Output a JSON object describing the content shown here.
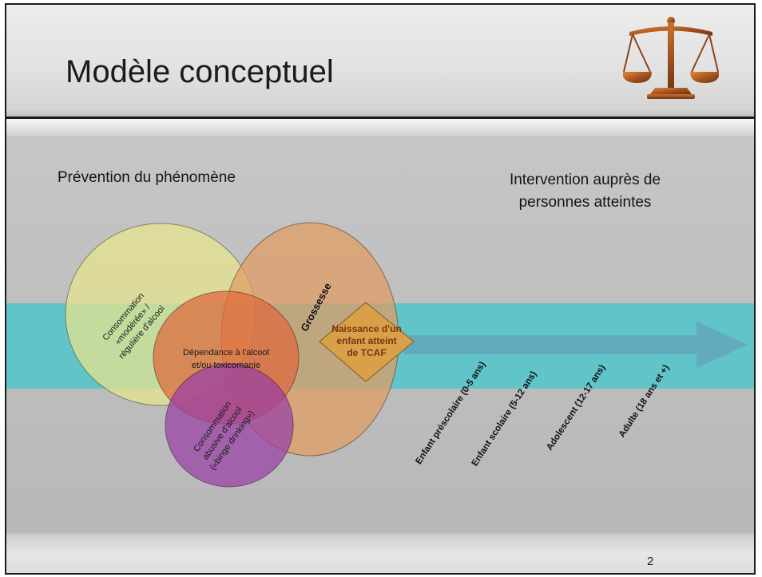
{
  "slide": {
    "title": "Modèle conceptuel",
    "page_number": "2",
    "logo_icon": "balance-scales-icon"
  },
  "headings": {
    "left": "Prévention du phénomène",
    "right": "Intervention auprès de personnes atteintes"
  },
  "circles": {
    "moderate": [
      "Consommation",
      "«modérée» /",
      "régulière d'alcool"
    ],
    "dependence": [
      "Dépendance à l'alcool",
      "et/ou toxicomanie"
    ],
    "abusive": [
      "Consommation",
      "abusive d'alcool",
      "(«binge drinking»)"
    ],
    "pregnancy": "Grossesse"
  },
  "diamond": [
    "Naissance d'un",
    "enfant atteint",
    "de TCAF"
  ],
  "stages": [
    "Enfant préscolaire (0-5 ans)",
    "Enfant scolaire (5-12 ans)",
    "Adolescent (12-17 ans)",
    "Adulte (18 ans et +)"
  ],
  "colors": {
    "band": "#5cc4c9",
    "arrow": "#63a9bd",
    "moderate": "#e9e68e",
    "dependence": "#e0683c",
    "abusive": "#9a3fa6",
    "pregnancy": "#e29d62",
    "diamond": "#d9a04a"
  }
}
